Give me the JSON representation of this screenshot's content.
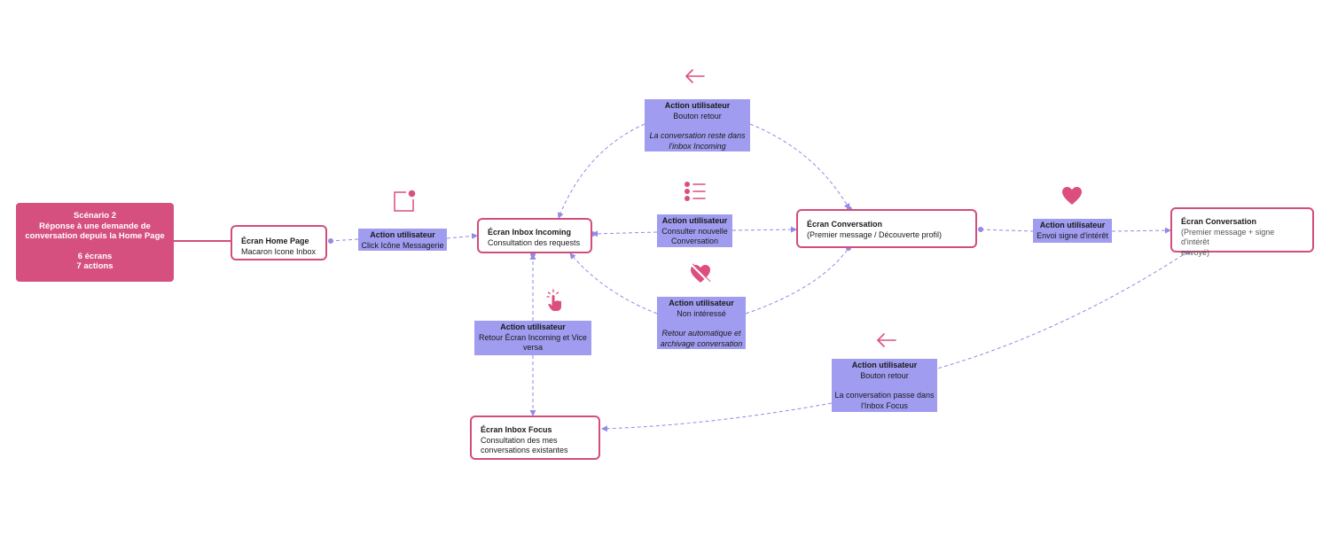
{
  "scenario": {
    "title": "Scénario 2",
    "line1": "Réponse à une demande de",
    "line2": "conversation depuis la Home Page",
    "screens_count": "6 écrans",
    "actions_count": "7 actions"
  },
  "screens": {
    "home": {
      "title": "Écran Home Page",
      "subtitle": "Macaron Icone Inbox"
    },
    "inbox_incoming": {
      "title": "Écran Inbox Incoming",
      "subtitle": "Consultation des requests"
    },
    "conversation": {
      "title": "Écran Conversation",
      "subtitle": "(Premier message / Découverte profil)"
    },
    "conversation_interest": {
      "title": "Écran Conversation",
      "line1": "(Premier message + signe d'intérêt",
      "line2": "envoyé)"
    },
    "inbox_focus": {
      "title": "Écran Inbox Focus",
      "line1": "Consultation des mes",
      "line2": "conversations existantes"
    }
  },
  "actions": {
    "click_messagerie": {
      "title": "Action utilisateur",
      "line1": "Click Icône Messagerie"
    },
    "back_top": {
      "title": "Action utilisateur",
      "line1": "Bouton retour",
      "italic1": "La conversation reste dans",
      "italic2": "l'inbox Incoming"
    },
    "consult_new": {
      "title": "Action utilisateur",
      "line1": "Consulter nouvelle",
      "line2": "Conversation"
    },
    "not_interested": {
      "title": "Action utilisateur",
      "line1": "Non intéressé",
      "italic1": "Retour automatique et",
      "italic2": "archivage conversation"
    },
    "return_incoming": {
      "title": "Action utilisateur",
      "line1": "Retour Écran Incoming et Vice",
      "line2": "versa"
    },
    "send_interest": {
      "title": "Action utilisateur",
      "line1": "Envoi signe d'intérêt"
    },
    "back_bottom": {
      "title": "Action utilisateur",
      "line1": "Bouton retour",
      "line3": "La conversation passe dans",
      "line4": "l'Inbox Focus"
    }
  },
  "colors": {
    "scenario_fill": "#d6507f",
    "screen_border": "#d24d7b",
    "action_fill": "#a09cf0",
    "connector": "#8f8be6",
    "icon": "#dc4f7d"
  },
  "icons": {
    "back_top": "arrow-left-icon",
    "inbox": "notification-square-icon",
    "list": "list-icon",
    "not_interested": "heart-crossed-icon",
    "interest": "heart-icon",
    "tap": "tap-finger-icon",
    "back_bottom": "arrow-left-icon"
  }
}
